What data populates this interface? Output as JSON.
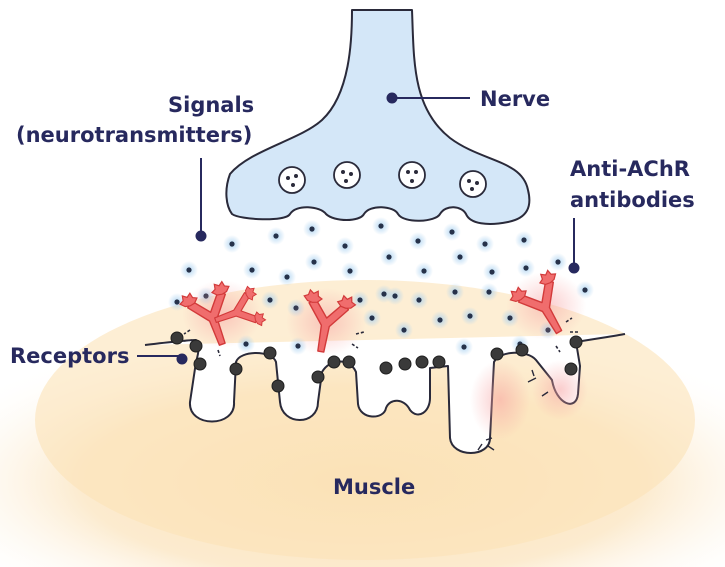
{
  "labels": {
    "nerve": "Nerve",
    "signals_line1": "Signals",
    "signals_line2": "(neurotransmitters)",
    "antibodies_line1": "Anti-AChR",
    "antibodies_line2": "antibodies",
    "receptors": "Receptors",
    "muscle": "Muscle"
  },
  "colors": {
    "label_text": "#27295e",
    "nerve_fill": "#d4e7f8",
    "outline": "#2a2a3a",
    "muscle_fill": "#fbe5bf",
    "receptor": "#3a3a3a",
    "antibody": "#f06d6d",
    "signal_dot": "#26324a",
    "signal_glow": "#a9d1f0"
  },
  "icons": {
    "antibody": "y-shaped-antibody-icon",
    "receptor": "receptor-dot-icon",
    "vesicle": "vesicle-icon"
  }
}
